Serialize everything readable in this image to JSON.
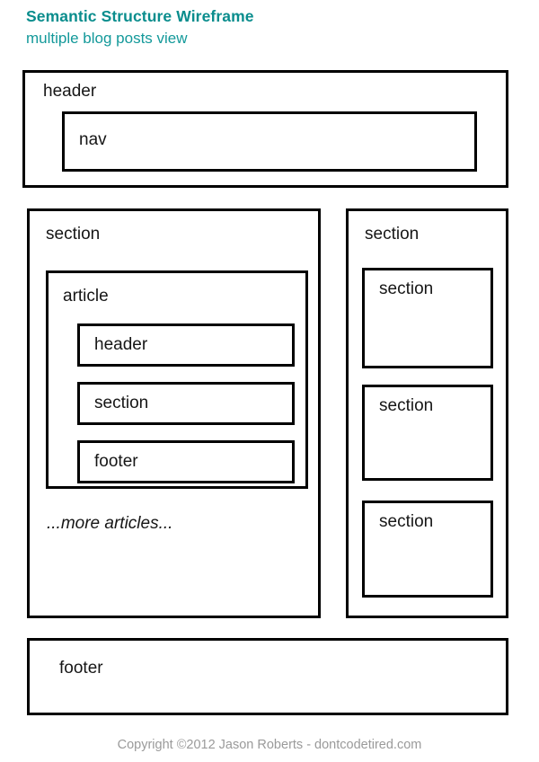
{
  "title": "Semantic Structure Wireframe",
  "subtitle": "multiple blog posts view",
  "header": {
    "label": "header",
    "nav_label": "nav"
  },
  "main": {
    "section_label": "section",
    "article": {
      "label": "article",
      "header_label": "header",
      "section_label": "section",
      "footer_label": "footer"
    },
    "more_articles": "...more articles..."
  },
  "aside": {
    "section_label": "section",
    "inner_sections": [
      {
        "label": "section"
      },
      {
        "label": "section"
      },
      {
        "label": "section"
      }
    ]
  },
  "footer": {
    "label": "footer"
  },
  "copyright": "Copyright ©2012 Jason Roberts - dontcodetired.com",
  "colors": {
    "title": "#0a8d8d",
    "subtitle": "#13999a",
    "box_border": "#000000",
    "box_fill": "#ffffff",
    "text": "#161616",
    "copyright": "#9a9a9a",
    "page_background": "#ffffff"
  }
}
